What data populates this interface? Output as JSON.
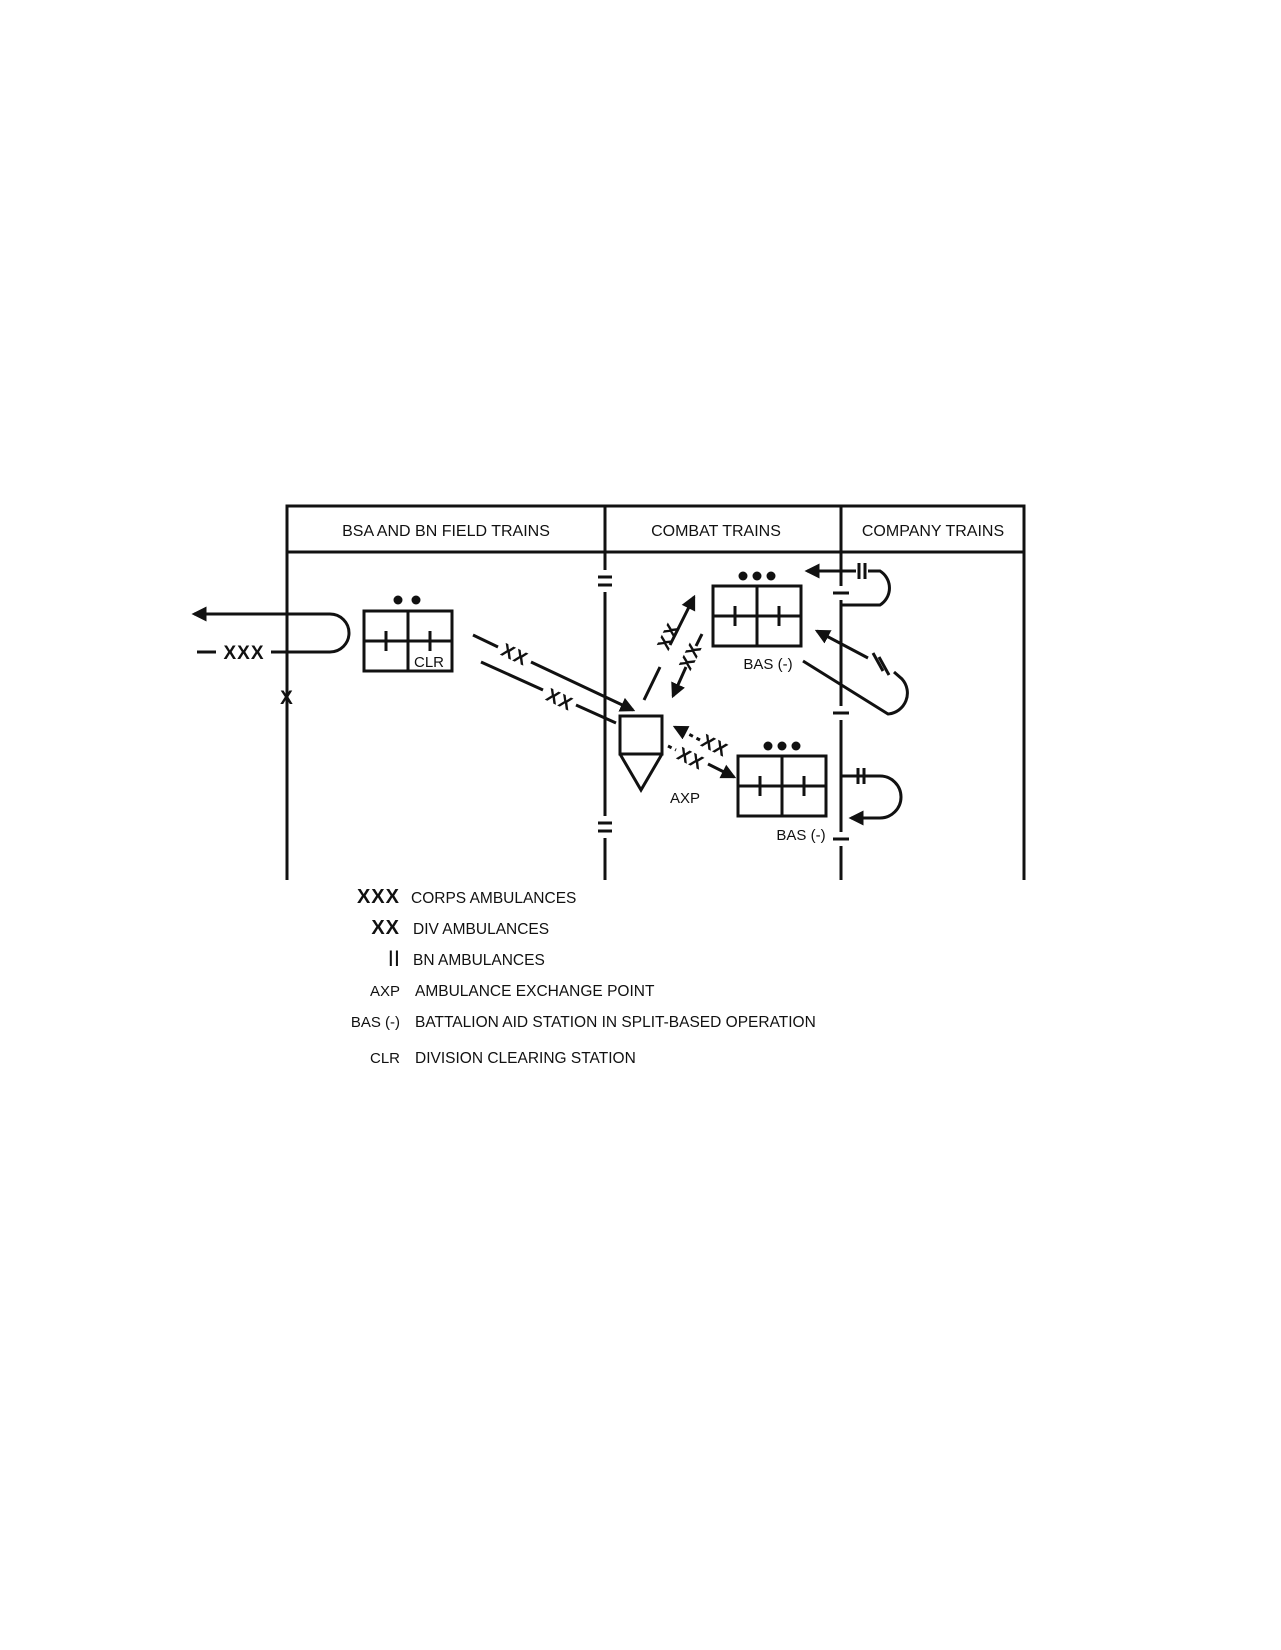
{
  "headers": {
    "bsa": "BSA AND BN FIELD TRAINS",
    "combat": "COMBAT TRAINS",
    "company": "COMPANY TRAINS"
  },
  "marks": {
    "corps": "XXX",
    "div": "XX",
    "bn": "II",
    "x": "X"
  },
  "labels": {
    "clr": "CLR",
    "axp": "AXP",
    "bas_upper": "BAS (-)",
    "bas_lower": "BAS (-)"
  },
  "legend": [
    {
      "symbol": "XXX",
      "desc": "CORPS AMBULANCES"
    },
    {
      "symbol": "XX",
      "desc": "DIV AMBULANCES"
    },
    {
      "symbol": "II",
      "desc": "BN AMBULANCES"
    },
    {
      "symbol": "AXP",
      "desc": "AMBULANCE EXCHANGE POINT"
    },
    {
      "symbol": "BAS (-)",
      "desc": "BATTALION AID STATION IN SPLIT-BASED OPERATION"
    },
    {
      "symbol": "CLR",
      "desc": "DIVISION CLEARING STATION"
    }
  ],
  "colors": {
    "ink": "#111111",
    "background": "#ffffff"
  }
}
